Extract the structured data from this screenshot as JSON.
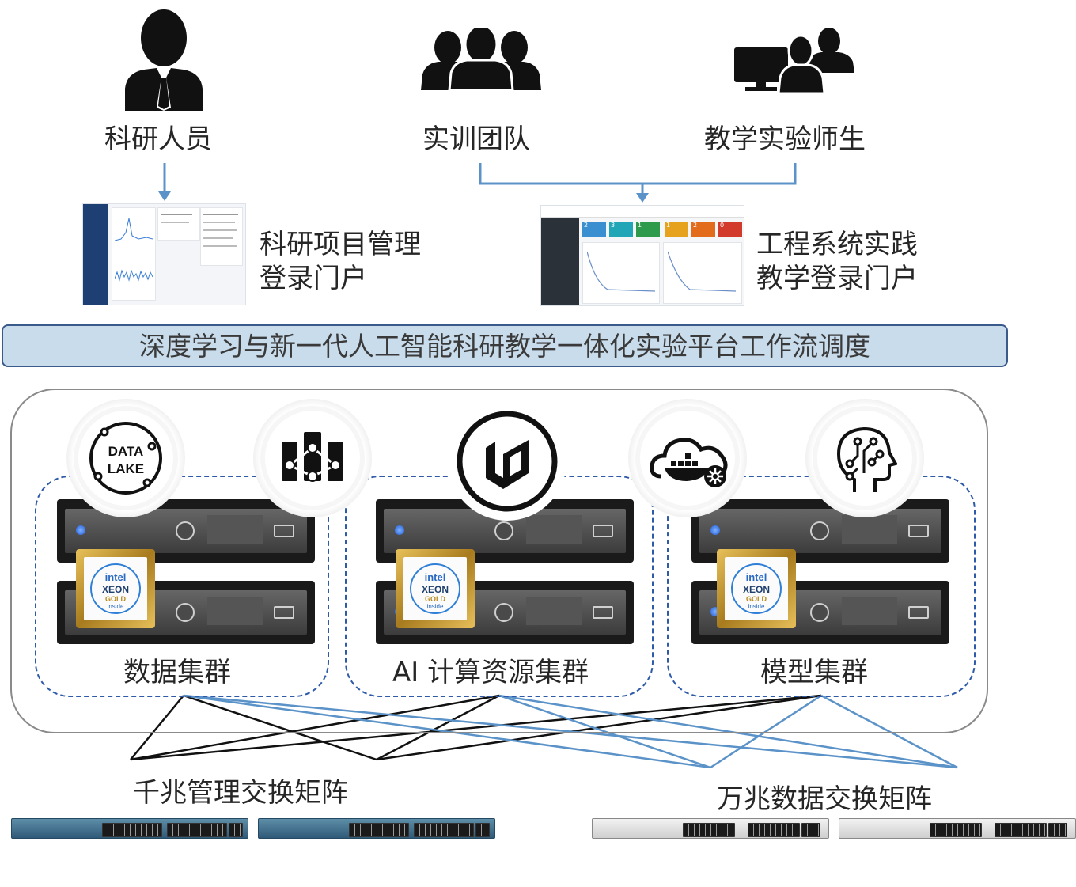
{
  "roles": {
    "researcher": "科研人员",
    "training_team": "实训团队",
    "teachers_students": "教学实验师生"
  },
  "portals": {
    "research_portal_line1": "科研项目管理",
    "research_portal_line2": "登录门户",
    "engineering_portal_line1": "工程系统实践",
    "engineering_portal_line2": "教学登录门户"
  },
  "platform_banner": "深度学习与新一代人工智能科研教学一体化实验平台工作流调度",
  "icons": {
    "data_lake_line1": "DATA",
    "data_lake_line2": "LAKE"
  },
  "clusters": {
    "data": "数据集群",
    "ai_compute": "AI 计算资源集群",
    "model": "模型集群"
  },
  "cpu_badge": {
    "brand": "intel",
    "product": "XEON",
    "tier": "GOLD",
    "suffix": "inside"
  },
  "switches": {
    "gigabit_mgmt": "千兆管理交换矩阵",
    "ten_gigabit_data": "万兆数据交换矩阵"
  },
  "dashboard": {
    "tiles": [
      "2",
      "3",
      "1",
      "1",
      "2",
      "0"
    ]
  },
  "colors": {
    "banner_bg": "#c9dcec",
    "cluster_border": "#2e5aa8",
    "link_blue": "#5b93c9",
    "link_black": "#111111"
  }
}
